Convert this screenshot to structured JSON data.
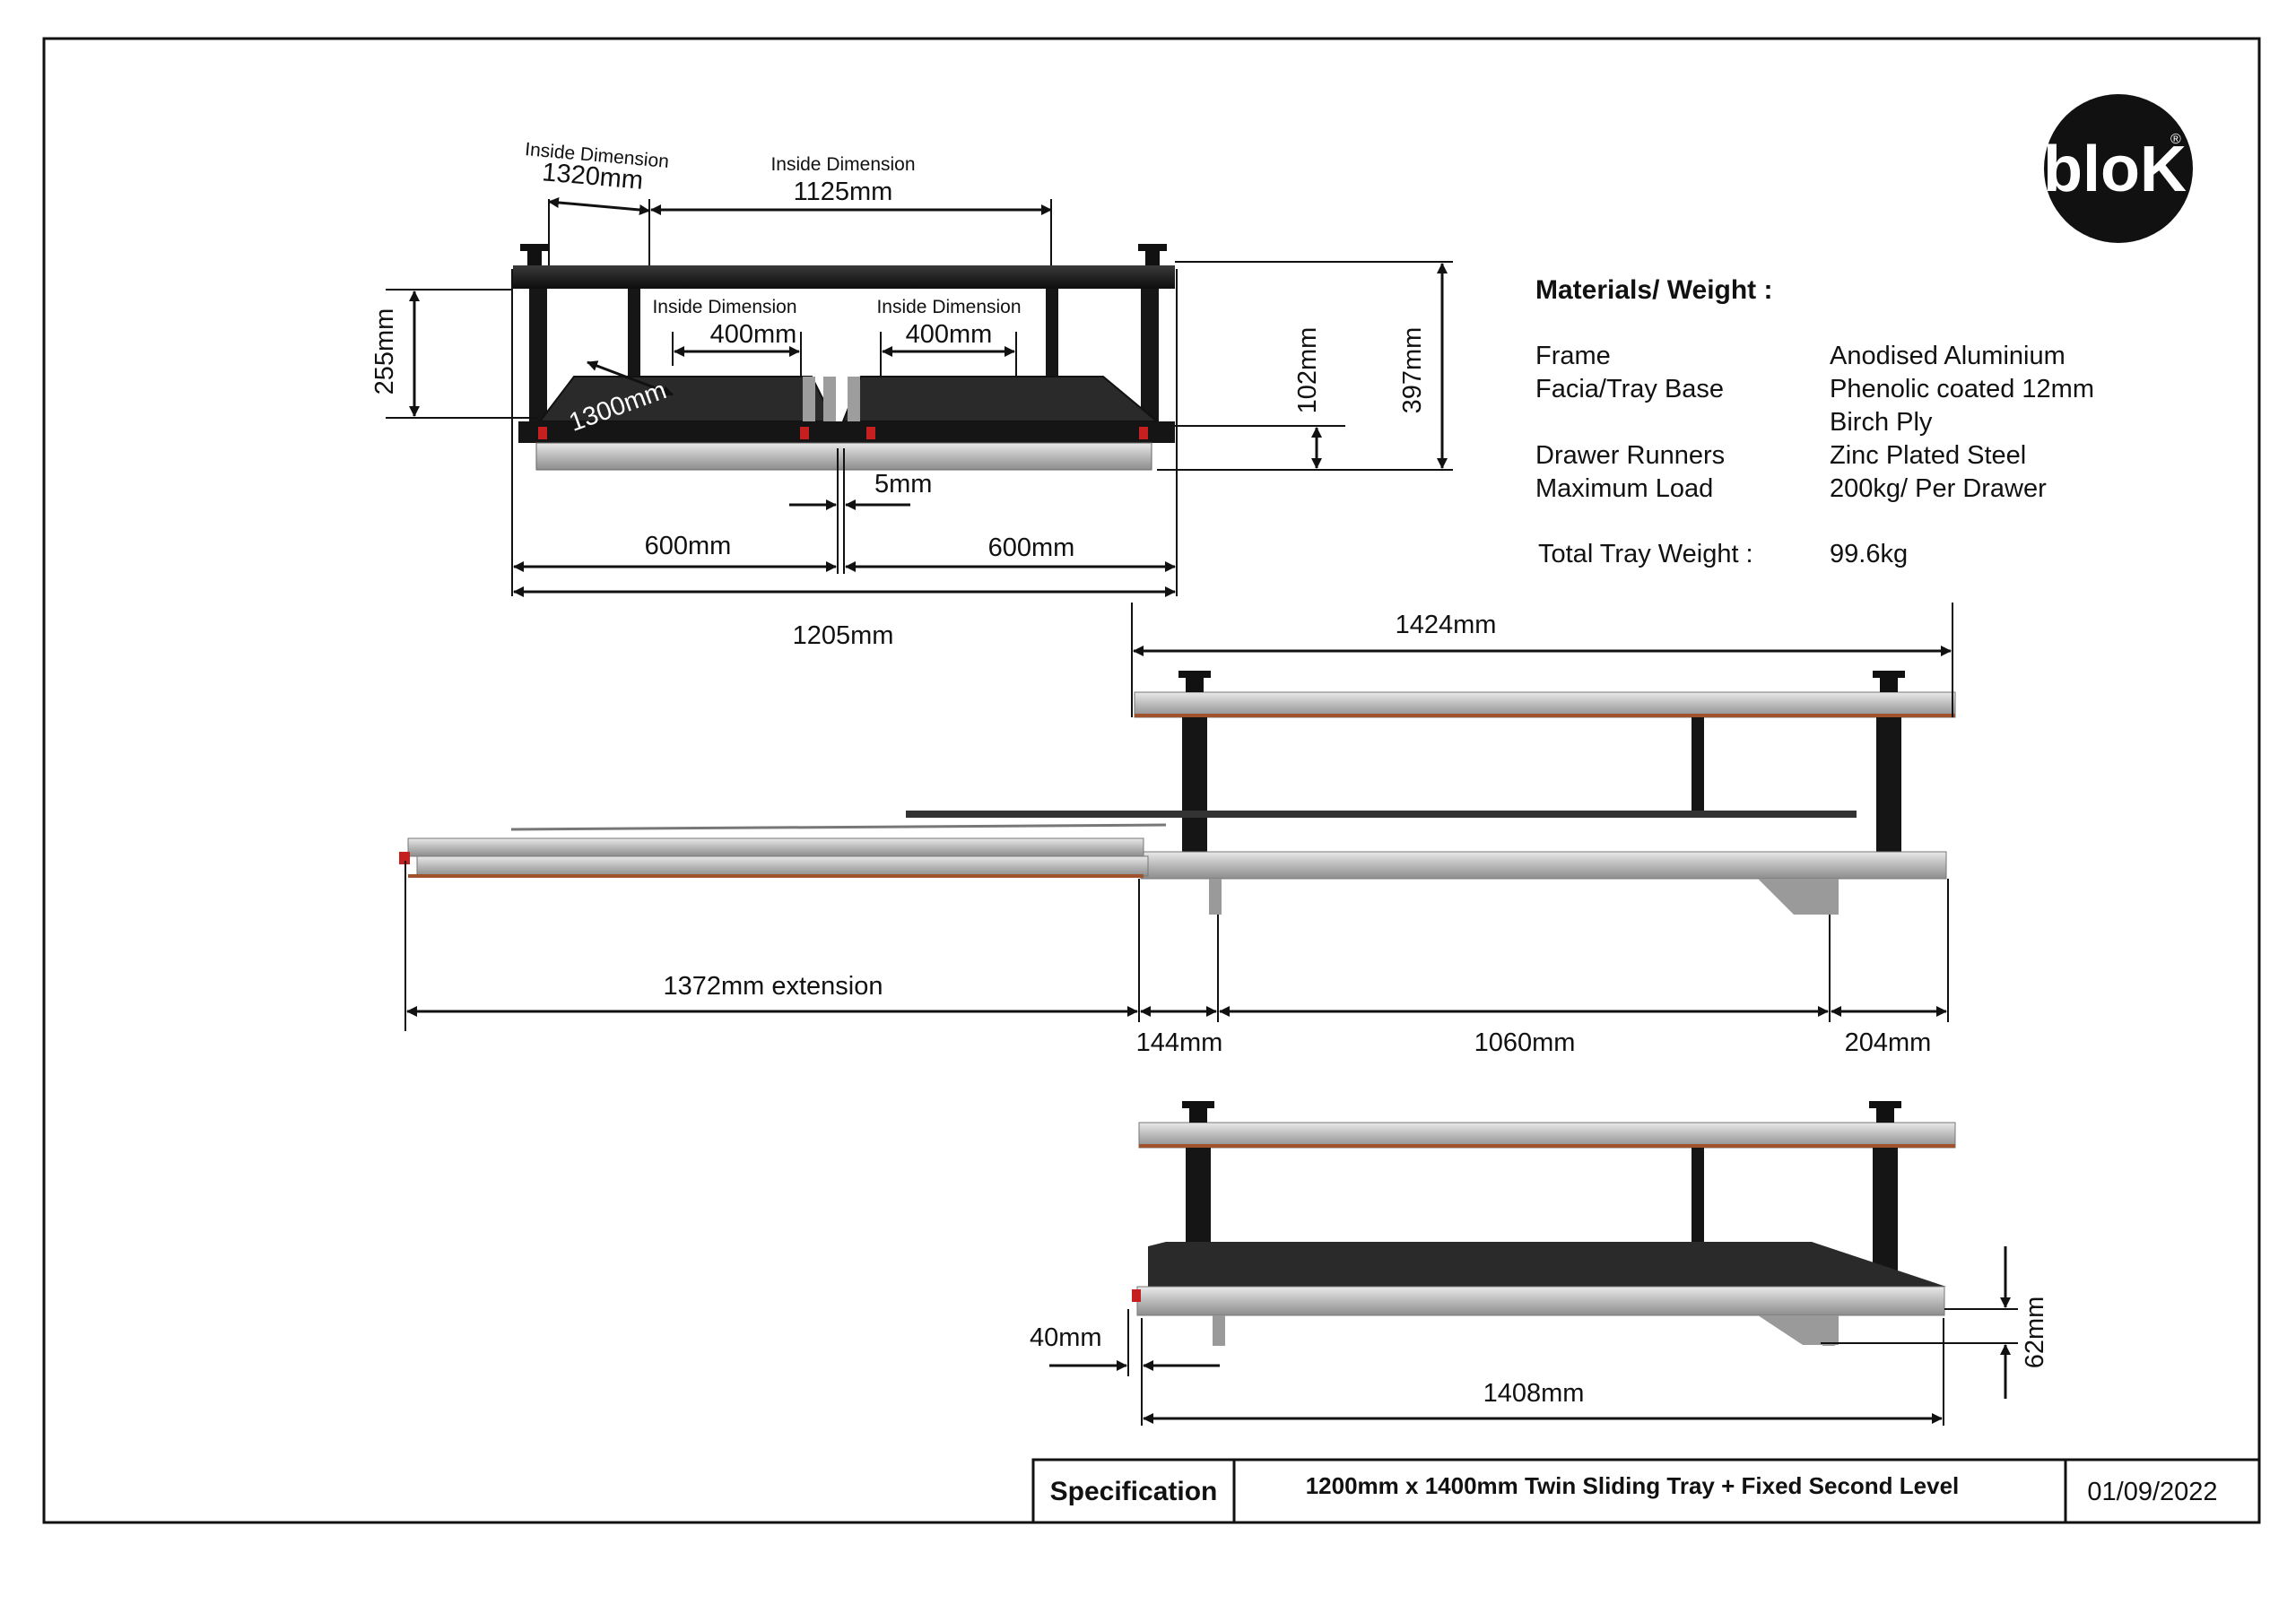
{
  "brand": {
    "logo_text": "bloK",
    "registered_mark": "®"
  },
  "materials": {
    "heading": "Materials/ Weight :",
    "rows": [
      {
        "label": "Frame",
        "value": "Anodised Aluminium"
      },
      {
        "label": "Facia/Tray Base",
        "value": "Phenolic coated 12mm"
      },
      {
        "label": "",
        "value": "Birch Ply"
      },
      {
        "label": "Drawer Runners",
        "value": "Zinc Plated Steel"
      },
      {
        "label": "Maximum Load",
        "value": "200kg/ Per Drawer"
      }
    ],
    "total_label": "Total Tray Weight :",
    "total_value": "99.6kg"
  },
  "front_view": {
    "inside_dim_label": "Inside Dimension",
    "dim_1320": "1320mm",
    "dim_1125": "1125mm",
    "dim_400_left": "400mm",
    "dim_400_right": "400mm",
    "dim_1300": "1300mm",
    "dim_255": "255mm",
    "dim_102": "102mm",
    "dim_397": "397mm",
    "dim_5": "5mm",
    "dim_600_left": "600mm",
    "dim_600_right": "600mm",
    "dim_1205": "1205mm"
  },
  "side_view_extended": {
    "dim_1424": "1424mm",
    "dim_1372": "1372mm extension",
    "dim_144": "144mm",
    "dim_1060": "1060mm",
    "dim_204": "204mm"
  },
  "side_view_closed": {
    "dim_40": "40mm",
    "dim_1408": "1408mm",
    "dim_62": "62mm"
  },
  "title_block": {
    "label": "Specification",
    "title": "1200mm x 1400mm Twin Sliding Tray + Fixed Second Level",
    "date": "01/09/2022"
  }
}
